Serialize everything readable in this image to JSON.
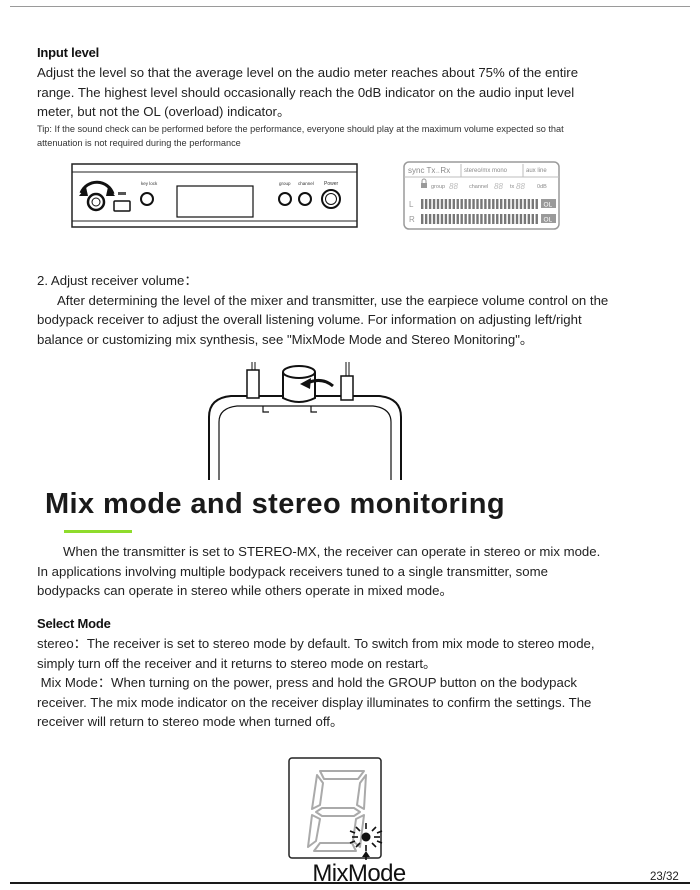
{
  "section1": {
    "heading": "Input level",
    "line1": "Adjust the level so that the average level on the audio meter reaches about 75% of the entire",
    "line2": "range. The highest level should occasionally reach the 0dB indicator on the audio input level",
    "line3": "meter, but not the OL (overload) indicator。",
    "tip1": "Tip: If the sound check can be performed before the performance, everyone should play at the maximum volume expected so that",
    "tip2": "attenuation is not required during the performance"
  },
  "device": {
    "key_lock": "key lock",
    "group": "group",
    "channel": "channel",
    "power": "Power"
  },
  "display": {
    "sync": "sync",
    "tx": "Tx",
    "arrows": "↔",
    "rx": "Rx",
    "stereo_mx_mono": "stereo/mx mono",
    "aux_line": "aux line",
    "group": "group",
    "group_digits": "88",
    "channel": "channel",
    "channel_digits": "88",
    "tx_label": "tx",
    "tx_digits": "88",
    "zero_db": "0dB",
    "left": "L",
    "right": "R",
    "ol": "OL",
    "meter_left_level": 1.0,
    "meter_right_level": 1.0
  },
  "section2": {
    "line1": "2. Adjust receiver volume：",
    "line2": "After determining the level of the mixer and transmitter, use the earpiece volume control on the",
    "line3": "bodypack receiver to adjust the overall listening volume. For information on adjusting left/right",
    "line4": "balance or customizing mix synthesis, see \"MixMode Mode and Stereo Monitoring\"。"
  },
  "mix_section": {
    "title": "Mix mode and stereo monitoring",
    "intro1": "When the transmitter is set to STEREO-MX, the receiver can operate in stereo or mix mode.",
    "intro2": "In applications involving multiple bodypack receivers tuned to a single transmitter, some",
    "intro3": "bodypacks can operate in stereo while others operate in mixed mode。",
    "select_heading": "Select Mode",
    "stereo1": "stereo：The receiver is set to stereo mode by default. To switch from mix mode to stereo mode,",
    "stereo2": "simply turn off the receiver and it returns to stereo mode on restart。",
    "mix1": " Mix Mode：When turning on the power, press and hold the GROUP button on the bodypack",
    "mix2": "receiver. The mix mode indicator on the receiver display illuminates to confirm the settings. The",
    "mix3": "receiver will return to stereo mode when turned off。"
  },
  "figure": {
    "label": "MixMode"
  },
  "footer": {
    "page": "23/32"
  },
  "colors": {
    "accent_green": "#8fdc2c",
    "lcd_gray": "#9a9a9a"
  }
}
